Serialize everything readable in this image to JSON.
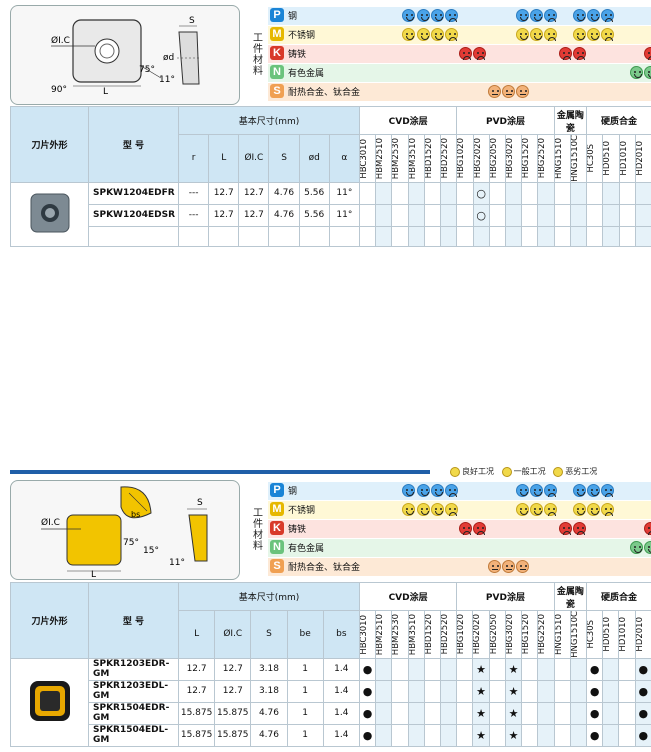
{
  "materials_label": "工件材料",
  "materials": [
    {
      "letter": "P",
      "color": "#1a84d6",
      "name": "钢",
      "bg": "#dff0fb"
    },
    {
      "letter": "M",
      "color": "#e6b800",
      "name": "不锈钢",
      "bg": "#fff8d6"
    },
    {
      "letter": "K",
      "color": "#d83a2a",
      "name": "铸铁",
      "bg": "#fde3df"
    },
    {
      "letter": "N",
      "color": "#6bc37c",
      "name": "有色金属",
      "bg": "#e5f6e8"
    },
    {
      "letter": "S",
      "color": "#f0a052",
      "name": "耐热合金、钛合金",
      "bg": "#fde9d6"
    }
  ],
  "legend": {
    "good": "良好工况",
    "normal": "一般工况",
    "bad": "恶劣工况"
  },
  "header": {
    "shape": "刀片外形",
    "model": "型 号",
    "dims": "基本尺寸(mm)",
    "cvd": "CVD涂层",
    "pvd": "PVD涂层",
    "cermet": "金属陶瓷",
    "carbide": "硬质合金"
  },
  "grades": [
    "HBC3010",
    "HBM2510",
    "HBM2530",
    "HBM3510",
    "HBD1520",
    "HBD2520",
    "HBG1020",
    "HBG2020",
    "HBG2050",
    "HBG3020",
    "HBG1520",
    "HBG2520",
    "HNG1510",
    "HNG1510C",
    "HC30S",
    "HD0510",
    "HD1010",
    "HD2010"
  ],
  "table1": {
    "dim_cols": [
      "r",
      "L",
      "ØI.C",
      "S",
      "ød",
      "α"
    ],
    "rows": [
      {
        "model": "SPKW1204EDFR",
        "dims": [
          "---",
          "12.7",
          "12.7",
          "4.76",
          "5.56",
          "11°"
        ],
        "marks": [
          "",
          "",
          "",
          "",
          "",
          "",
          "",
          "○",
          "",
          "",
          "",
          "",
          "",
          "",
          "",
          "",
          "",
          ""
        ]
      },
      {
        "model": "SPKW1204EDSR",
        "dims": [
          "---",
          "12.7",
          "12.7",
          "4.76",
          "5.56",
          "11°"
        ],
        "marks": [
          "",
          "",
          "",
          "",
          "",
          "",
          "",
          "○",
          "",
          "",
          "",
          "",
          "",
          "",
          "",
          "",
          "",
          ""
        ]
      }
    ]
  },
  "table2": {
    "dim_cols": [
      "L",
      "ØI.C",
      "S",
      "be",
      "bs"
    ],
    "rows": [
      {
        "model": "SPKR1203EDR-GM",
        "dims": [
          "12.7",
          "12.7",
          "3.18",
          "1",
          "1.4"
        ],
        "marks": [
          "●",
          "",
          "",
          "",
          "",
          "",
          "",
          "★",
          "",
          "★",
          "",
          "",
          "",
          "",
          "●",
          "",
          "",
          "●"
        ]
      },
      {
        "model": "SPKR1203EDL-GM",
        "dims": [
          "12.7",
          "12.7",
          "3.18",
          "1",
          "1.4"
        ],
        "marks": [
          "●",
          "",
          "",
          "",
          "",
          "",
          "",
          "★",
          "",
          "★",
          "",
          "",
          "",
          "",
          "●",
          "",
          "",
          "●"
        ]
      },
      {
        "model": "SPKR1504EDR-GM",
        "dims": [
          "15.875",
          "15.875",
          "4.76",
          "1",
          "1.4"
        ],
        "marks": [
          "●",
          "",
          "",
          "",
          "",
          "",
          "",
          "★",
          "",
          "★",
          "",
          "",
          "",
          "",
          "●",
          "",
          "",
          "●"
        ]
      },
      {
        "model": "SPKR1504EDL-GM",
        "dims": [
          "15.875",
          "15.875",
          "4.76",
          "1",
          "1.4"
        ],
        "marks": [
          "●",
          "",
          "",
          "",
          "",
          "",
          "",
          "★",
          "",
          "★",
          "",
          "",
          "",
          "",
          "●",
          "",
          "",
          "●"
        ]
      }
    ]
  },
  "diagram1": {
    "ic": "ØI.C",
    "s": "S",
    "d": "ød",
    "a75": "75°",
    "a90": "90°",
    "l": "L",
    "a11": "11°"
  },
  "diagram2": {
    "ic": "ØI.C",
    "s": "S",
    "bs": "bs",
    "a75": "75°",
    "a15": "15°",
    "l": "L",
    "a11": "11°"
  }
}
